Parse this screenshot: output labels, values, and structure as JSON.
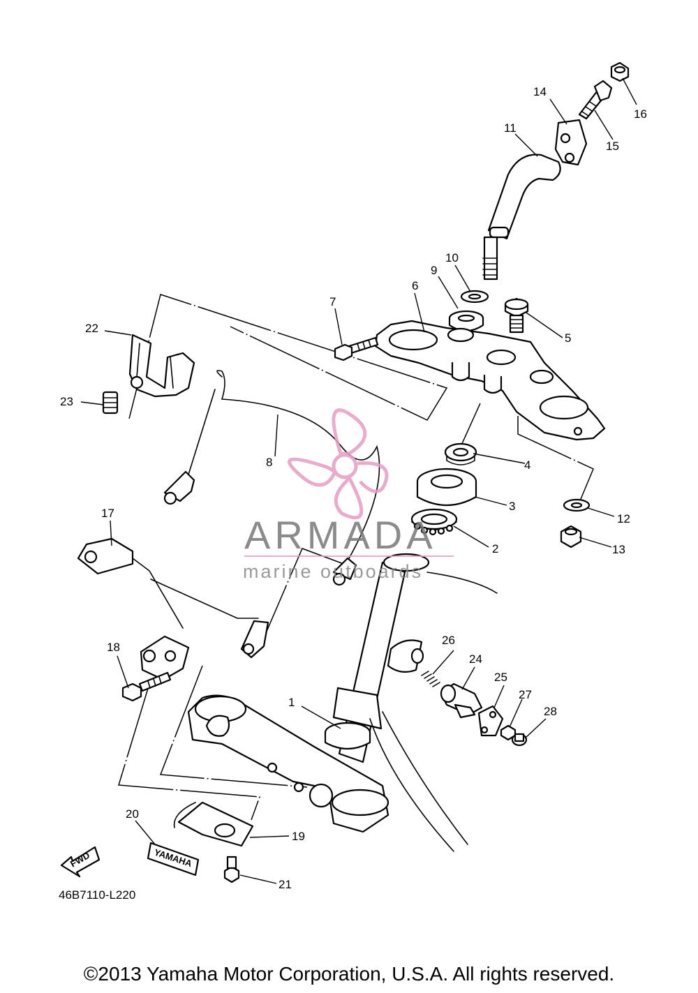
{
  "diagram_code": "46B7110-L220",
  "copyright": "©2013 Yamaha Motor Corporation, U.S.A. All rights reserved.",
  "watermark": {
    "brand": "ARMADA",
    "tagline": "marine outboards",
    "color": "#e79cc4"
  },
  "fwd_label": "FWD",
  "decal_text": "YAMAHA",
  "callouts": [
    "1",
    "2",
    "3",
    "4",
    "5",
    "6",
    "7",
    "8",
    "9",
    "10",
    "11",
    "12",
    "13",
    "14",
    "15",
    "16",
    "17",
    "18",
    "19",
    "20",
    "21",
    "22",
    "23",
    "24",
    "25",
    "26",
    "27",
    "28"
  ]
}
